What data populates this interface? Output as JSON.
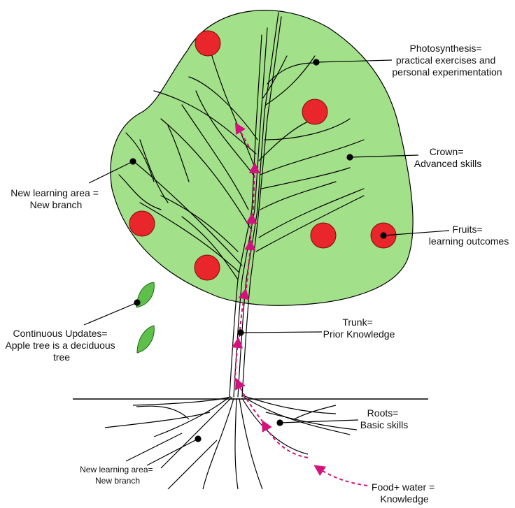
{
  "colors": {
    "crown_fill": "#a3e08a",
    "leaf_fill": "#5ec04a",
    "fruit_fill": "#e8262b",
    "arrow": "#d4127d",
    "line": "#111111"
  },
  "labels": {
    "photosynthesis": [
      "Photosynthesis=",
      "practical exercises and",
      "personal experimentation"
    ],
    "crown": [
      "Crown=",
      "Advanced skills"
    ],
    "new_branch": [
      "New learning area =",
      "New branch"
    ],
    "fruits": [
      "Fruits=",
      "learning outcomes"
    ],
    "updates": [
      "Continuous Updates=",
      "Apple tree is a deciduous",
      "tree"
    ],
    "trunk": [
      "Trunk=",
      "Prior Knowledge"
    ],
    "roots": [
      "Roots=",
      "Basic skills"
    ],
    "new_root": [
      "New learning area=",
      "New branch"
    ],
    "food": [
      "Food+ water =",
      "Knowledge"
    ]
  }
}
